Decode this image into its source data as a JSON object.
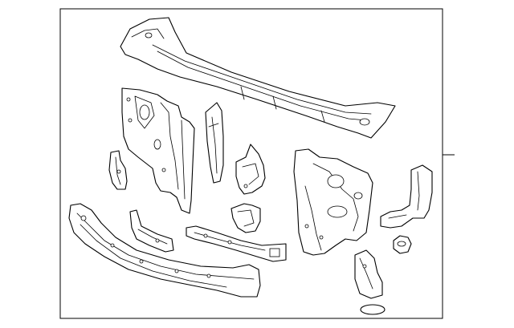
{
  "diagram": {
    "style": "exploded parts line drawing",
    "colors": {
      "line": "#000000",
      "background": "#ffffff"
    },
    "parts": [
      "upper-radiator-support",
      "left-side-panel",
      "small-left-bracket",
      "vertical-center-bracket",
      "center-bracket",
      "lower-center-bracket",
      "right-side-panel",
      "right-vertical-bracket",
      "small-right-bracket",
      "lower-right-bracket",
      "lower-radiator-support",
      "lower-left-bracket",
      "lower-center-rail",
      "oval-seal"
    ]
  }
}
